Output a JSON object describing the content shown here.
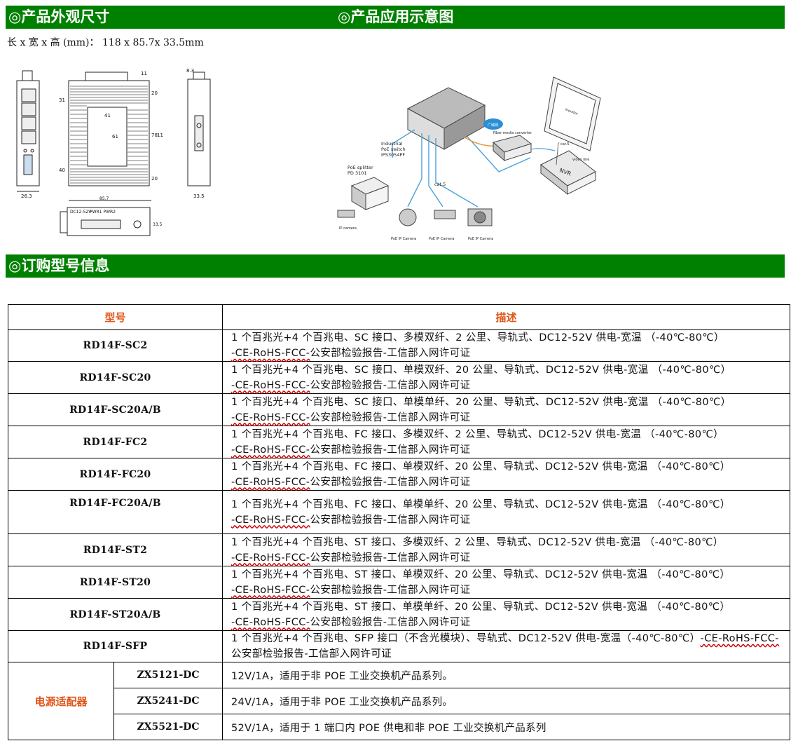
{
  "section1": {
    "left_title": "◎产品外观尺寸",
    "right_title": "◎产品应用示意图"
  },
  "dimensions_text": "长 x 宽 x 高 (mm)： 118 x 85.7x 33.5mm",
  "drawing_labels": {
    "front_width": "26.3",
    "top_small": "8.3",
    "top_len": "31",
    "side_41": "41",
    "side_61": "61",
    "side_78": "78",
    "side_118": "118",
    "side_20a": "20",
    "side_20b": "20",
    "side_31": "31",
    "side_40": "40",
    "side_11": "11",
    "rear_width": "33.5",
    "bottom_width": "85.7",
    "bottom_height": "33.5",
    "bottom_label_1": "DC12-52V",
    "bottom_label_2": "PWR1 PWR2"
  },
  "app_labels": {
    "switch_1": "Industrial",
    "switch_2": "PoE switch",
    "switch_3": "IPS3054PF",
    "splitter_1": "PoE splitter",
    "splitter_2": "PD 3101",
    "cloud": "广域网",
    "converter": "Fiber media converter",
    "monitor": "monitor",
    "cat5_a": "cat.5",
    "cat5_b": "cat.5",
    "video_line": "video line",
    "nvr": "NVR",
    "ip_camera": "IP camera",
    "poe_cam_1": "PoE IP Camera",
    "poe_cam_2": "PoE IP Camera",
    "poe_cam_3": "PoE IP Camera"
  },
  "section2": {
    "title": "◎订购型号信息"
  },
  "table": {
    "header_model": "型号",
    "header_desc": "描述",
    "rows": [
      {
        "model": "RD14F-SC2",
        "line1": "1 个百兆光+4 个百兆电、SC 接口、多模双纤、2 公里、导轨式、DC12-52V 供电-宽温 （-40℃-80℃）",
        "cert": "-CE-RoHS-FCC-",
        "line2": "公安部检验报告-工信部入网许可证"
      },
      {
        "model": "RD14F-SC20",
        "line1": "1 个百兆光+4 个百兆电、SC 接口、单模双纤、20 公里、导轨式、DC12-52V 供电-宽温 （-40℃-80℃）",
        "cert": "-CE-RoHS-FCC-",
        "line2": "公安部检验报告-工信部入网许可证"
      },
      {
        "model": "RD14F-SC20A/B",
        "line1": "1 个百兆光+4 个百兆电、SC 接口、单模单纤、20 公里、导轨式、DC12-52V 供电-宽温 （-40℃-80℃）",
        "cert": "-CE-RoHS-FCC-",
        "line2": "公安部检验报告-工信部入网许可证"
      },
      {
        "model": "RD14F-FC2",
        "line1": "1 个百兆光+4 个百兆电、FC 接口、多模双纤、2 公里、导轨式、DC12-52V 供电-宽温 （-40℃-80℃）",
        "cert": "-CE-RoHS-FCC-",
        "line2": "公安部检验报告-工信部入网许可证"
      },
      {
        "model": "RD14F-FC20",
        "line1": "1 个百兆光+4 个百兆电、FC 接口、单模双纤、20 公里、导轨式、DC12-52V 供电-宽温 （-40℃-80℃）",
        "cert": "-CE-RoHS-FCC-",
        "line2": "公安部检验报告-工信部入网许可证"
      },
      {
        "model": "RD14F-FC20A/B",
        "line1": "1 个百兆光+4 个百兆电、FC 接口、单模单纤、20 公里、导轨式、DC12-52V 供电-宽温 （-40℃-80℃）",
        "cert": "-CE-RoHS-FCC-",
        "line2": "公安部检验报告-工信部入网许可证"
      },
      {
        "model": "RD14F-ST2",
        "line1": "1 个百兆光+4 个百兆电、ST 接口、多模双纤、2 公里、导轨式、DC12-52V 供电-宽温 （-40℃-80℃）",
        "cert": "-CE-RoHS-FCC-",
        "line2": "公安部检验报告-工信部入网许可证"
      },
      {
        "model": "RD14F-ST20",
        "line1": "1 个百兆光+4 个百兆电、ST 接口、单模双纤、20 公里、导轨式、DC12-52V 供电-宽温 （-40℃-80℃）",
        "cert": "-CE-RoHS-FCC-",
        "line2": "公安部检验报告-工信部入网许可证"
      },
      {
        "model": "RD14F-ST20A/B",
        "line1": "1 个百兆光+4 个百兆电、ST 接口、单模单纤、20 公里、导轨式、DC12-52V 供电-宽温 （-40℃-80℃）",
        "cert": "-CE-RoHS-FCC-",
        "line2": "公安部检验报告-工信部入网许可证"
      }
    ],
    "sfp_row": {
      "model": "RD14F-SFP",
      "line1": "1 个百兆光+4 个百兆电、SFP 接口（不含光模块）、导轨式、DC12-52V 供电-宽温（-40℃-80℃）",
      "cert": "-CE-RoHS-FCC-",
      "line2": "公安部检验报告-工信部入网许可证"
    },
    "adapter_label": "电源适配器",
    "adapters": [
      {
        "model": "ZX5121-DC",
        "desc": "12V/1A，适用于非 POE 工业交换机产品系列。"
      },
      {
        "model": "ZX5241-DC",
        "desc": "24V/1A，适用于非 POE 工业交换机产品系列。"
      },
      {
        "model": "ZX5521-DC",
        "desc": "52V/1A，适用于 1 端口内 POE 供电和非 POE 工业交换机产品系列"
      }
    ]
  }
}
